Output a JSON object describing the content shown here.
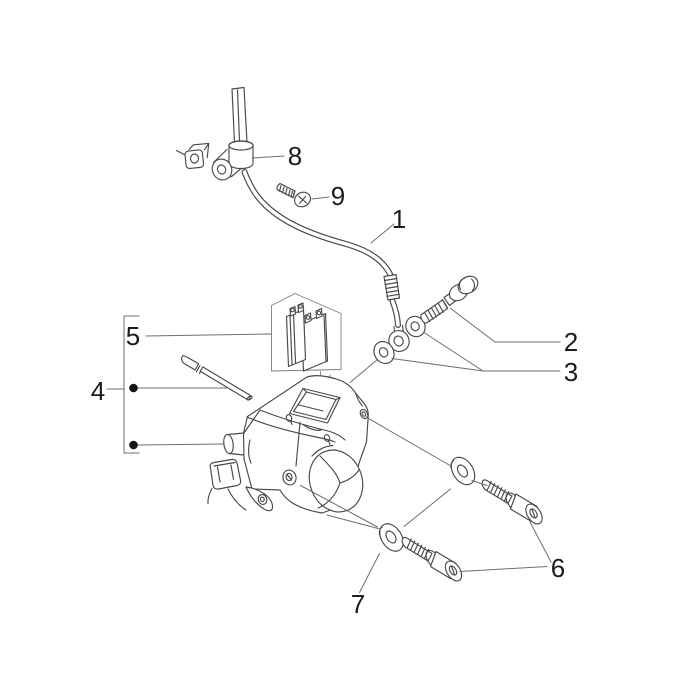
{
  "diagram": {
    "type": "exploded-parts-diagram",
    "subject": "brake-caliper-assembly",
    "background": "#ffffff",
    "colors": {
      "part_line": "#4a4a4a",
      "leader_line": "#6e6e6e",
      "label_text": "#1c1c1c",
      "dot": "#141414"
    },
    "callouts": [
      {
        "label": "1"
      },
      {
        "label": "2"
      },
      {
        "label": "3"
      },
      {
        "label": "4"
      },
      {
        "label": "5"
      },
      {
        "label": "6"
      },
      {
        "label": "7"
      },
      {
        "label": "8"
      },
      {
        "label": "9"
      }
    ]
  }
}
